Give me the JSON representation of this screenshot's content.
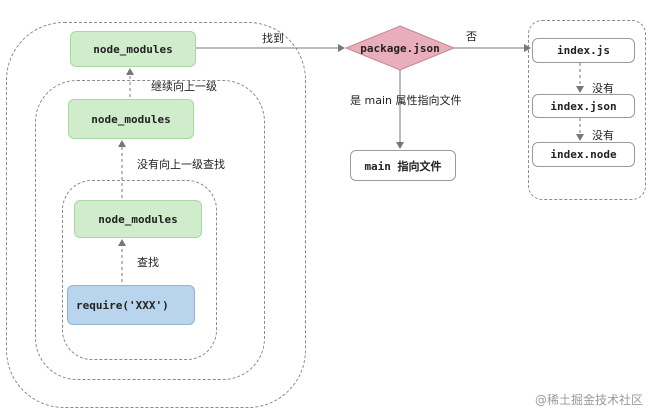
{
  "nodes": {
    "node_modules_outer": "node_modules",
    "node_modules_middle": "node_modules",
    "node_modules_inner": "node_modules",
    "require": "require('XXX')",
    "package_json": "package.json",
    "main_file": "main 指向文件",
    "index_js": "index.js",
    "index_json": "index.json",
    "index_node": "index.node"
  },
  "edge_labels": {
    "found": "找到",
    "no": "否",
    "yes_main": "是 main 属性指向文件",
    "continue_up": "继续向上一级",
    "not_found_up": "没有向上一级查找",
    "lookup": "查找",
    "none_1": "没有",
    "none_2": "没有"
  },
  "watermark": "@稀土掘金技术社区",
  "colors": {
    "green_fill": "#cfeccb",
    "blue_fill": "#b9d5ee",
    "diamond_fill": "#e9aebb",
    "dashed_border": "#8a8a8a"
  }
}
